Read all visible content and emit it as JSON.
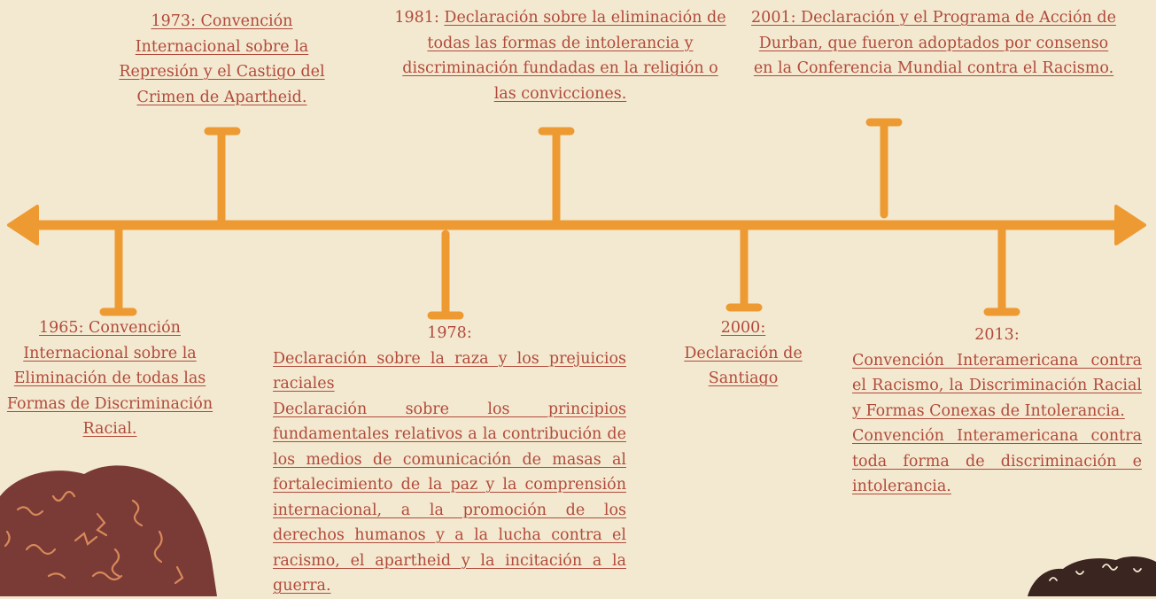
{
  "colors": {
    "background": "#f3e9d0",
    "line": "#ee9a32",
    "text": "#b14a3b",
    "blob": "#7a3a36",
    "blob_dark": "#3a2520",
    "blob_stroke": "#d7895a"
  },
  "events": {
    "e1965": {
      "text": "1965: Convención Internacional sobre la Eliminación de todas las Formas de Discriminación Racial."
    },
    "e1973": {
      "text": "1973: Convención Internacional sobre la Represión y el Castigo del Crimen de Apartheid."
    },
    "e1978": {
      "year": "1978:",
      "items": [
        "Declaración sobre la raza y los prejuicios raciales",
        "Declaración sobre los principios fundamentales relativos a la contribución de los medios de comunicación de masas al fortalecimiento de la paz y la comprensión internacional, a la promoción de los derechos humanos y a la lucha contra el racismo, el apartheid y la incitación a la guerra."
      ]
    },
    "e1981": {
      "year": "1981:",
      "text": "Declaración sobre la eliminación de todas las formas de intolerancia y discriminación fundadas en la religión o las convicciones."
    },
    "e2000": {
      "text": "2000: Declaración de Santiago"
    },
    "e2001": {
      "text": "2001: Declaración y el Programa de Acción de Durban, que fueron adoptados por consenso en la Conferencia Mundial contra el Racismo."
    },
    "e2013": {
      "year": "2013:",
      "items": [
        "Convención Interamericana contra el Racismo, la Discriminación Racial y Formas Conexas de Intolerancia.",
        "Convención Interamericana contra toda forma de discriminación e intolerancia."
      ]
    }
  }
}
